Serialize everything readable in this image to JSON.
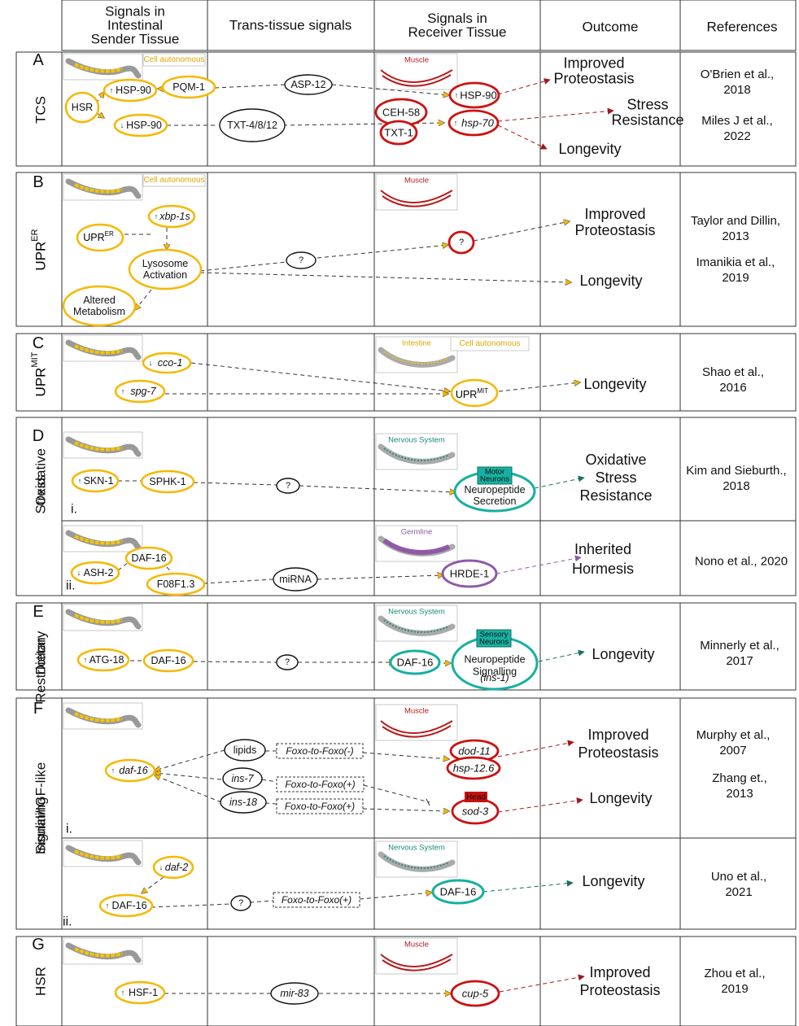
{
  "headers": {
    "sender": [
      "Signals in",
      "Intestinal",
      "Sender Tissue"
    ],
    "trans": "Trans-tissue signals",
    "receiver": [
      "Signals in",
      "Receiver Tissue"
    ],
    "outcome": "Outcome",
    "references": "References"
  },
  "tags": {
    "cell_autonomous": "Cell autonomous"
  },
  "colors": {
    "yellow": "#f5b800",
    "red": "#cc1111",
    "teal": "#17b0a0",
    "purple": "#8e5aa6",
    "muscle": "#b81c1c",
    "nervous": "#1a8a7a",
    "germline": "#8e5aa6",
    "intestine": "#e0a800"
  },
  "sections": [
    {
      "letter": "A",
      "label": "TCS",
      "receiver_tissue": "Muscle",
      "sender_nodes": [
        "HSR",
        "HSP-90",
        "PQM-1",
        "HSP-90"
      ],
      "trans_nodes": [
        "ASP-12",
        "TXT-4/8/12"
      ],
      "receiver_nodes": [
        "HSP-90",
        "CEH-58",
        "TXT-1",
        "hsp-70"
      ],
      "outcomes": [
        [
          "Improved",
          "Proteostasis"
        ],
        [
          "Stress",
          "Resistance"
        ],
        [
          "Longevity"
        ]
      ],
      "references": [
        [
          "O'Brien et al.,",
          "2018"
        ],
        [
          "Miles J et al.,",
          "2022"
        ]
      ]
    },
    {
      "letter": "B",
      "label_main": "UPR",
      "label_sup": "ER",
      "receiver_tissue": "Muscle",
      "sender_nodes": [
        "xbp-1s",
        "UPR",
        "ER",
        "Lysosome",
        "Activation",
        "Altered",
        "Metabolism"
      ],
      "trans_nodes": [
        "?"
      ],
      "receiver_nodes": [
        "?"
      ],
      "outcomes": [
        [
          "Improved",
          "Proteostasis"
        ],
        [
          "Longevity"
        ]
      ],
      "references": [
        [
          "Taylor and Dillin,",
          "2013"
        ],
        [
          "Imanikia et al.,",
          "2019"
        ]
      ]
    },
    {
      "letter": "C",
      "label_main": "UPR",
      "label_sup": "MIT",
      "receiver_tissue": "Intestine",
      "sender_nodes": [
        "cco-1",
        "spg-7"
      ],
      "receiver_nodes": [
        "UPR",
        "MIT"
      ],
      "outcomes": [
        [
          "Longevity"
        ]
      ],
      "references": [
        [
          "Shao et al.,",
          "2016"
        ]
      ]
    },
    {
      "letter": "D",
      "label": [
        "Oxidative",
        "Stress"
      ],
      "sub_i": {
        "roman": "i.",
        "receiver_tissue": "Nervous System",
        "sender_nodes": [
          "SKN-1",
          "SPHK-1"
        ],
        "trans_nodes": [
          "?"
        ],
        "receiver_tag": [
          "Motor",
          "Neurons"
        ],
        "receiver_nodes": [
          "Neuropeptide",
          "Secretion"
        ],
        "outcomes": [
          [
            "Oxidative",
            "Stress",
            "Resistance"
          ]
        ],
        "references": [
          [
            "Kim and Sieburth.,",
            "2018"
          ]
        ]
      },
      "sub_ii": {
        "roman": "ii.",
        "receiver_tissue": "Germline",
        "sender_nodes": [
          "ASH-2",
          "DAF-16",
          "F08F1.3"
        ],
        "trans_nodes": [
          "miRNA"
        ],
        "receiver_nodes": [
          "HRDE-1"
        ],
        "outcomes": [
          [
            "Inherited",
            "Hormesis"
          ]
        ],
        "references": [
          [
            "Nono et al., 2020"
          ]
        ]
      }
    },
    {
      "letter": "E",
      "label": [
        "Dietary",
        "Restriction"
      ],
      "receiver_tissue": "Nervous System",
      "sender_nodes": [
        "ATG-18",
        "DAF-16"
      ],
      "trans_nodes": [
        "?"
      ],
      "receiver_tag": [
        "Sensory",
        "Neurons"
      ],
      "receiver_nodes": [
        "DAF-16",
        "Neuropeptide",
        "Signalling",
        "(ins-1)"
      ],
      "outcomes": [
        [
          "Longevity"
        ]
      ],
      "references": [
        [
          "Minnerly et al.,",
          "2017"
        ]
      ]
    },
    {
      "letter": "F",
      "label": [
        "Insulin/IGF-like",
        "Signaling"
      ],
      "sub_i": {
        "roman": "i.",
        "receiver_tissue": "Muscle",
        "sender_nodes": [
          "daf-16"
        ],
        "trans_nodes": [
          "lipids",
          "ins-7",
          "ins-18",
          "Foxo-to-Foxo(-)",
          "Foxo-to-Foxo(+)",
          "Foxo-to-Foxo(+)"
        ],
        "receiver_nodes": [
          "dod-11",
          "hsp-12.6",
          "Head",
          "sod-3"
        ],
        "outcomes": [
          [
            "Improved",
            "Proteostasis"
          ],
          [
            "Longevity"
          ]
        ],
        "references": [
          [
            "Murphy et al.,",
            "2007"
          ],
          [
            "Zhang et.,",
            "2013"
          ]
        ]
      },
      "sub_ii": {
        "roman": "ii.",
        "receiver_tissue": "Nervous System",
        "sender_nodes": [
          "daf-2",
          "DAF-16"
        ],
        "trans_nodes": [
          "?",
          "Foxo-to-Foxo(+)"
        ],
        "receiver_nodes": [
          "DAF-16"
        ],
        "outcomes": [
          [
            "Longevity"
          ]
        ],
        "references": [
          [
            "Uno et al.,",
            "2021"
          ]
        ]
      }
    },
    {
      "letter": "G",
      "label": "HSR",
      "receiver_tissue": "Muscle",
      "sender_nodes": [
        "HSF-1"
      ],
      "trans_nodes": [
        "mir-83"
      ],
      "receiver_nodes": [
        "cup-5"
      ],
      "outcomes": [
        [
          "Improved",
          "Proteostasis"
        ]
      ],
      "references": [
        [
          "Zhou et al.,",
          "2019"
        ]
      ]
    }
  ]
}
